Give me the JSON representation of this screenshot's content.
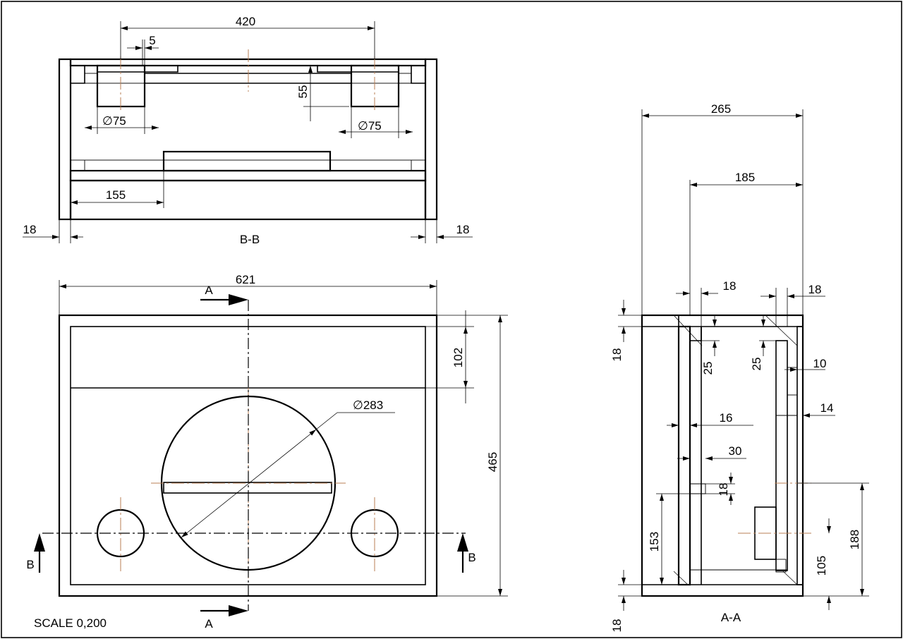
{
  "views": {
    "section_bb": {
      "label": "B-B"
    },
    "section_aa": {
      "label": "A-A"
    },
    "front": {}
  },
  "dims": {
    "bb_420": "420",
    "bb_5": "5",
    "bb_55": "55",
    "bb_d75_left": "75",
    "bb_d75_right": "75",
    "bb_155": "155",
    "bb_18_left": "18",
    "bb_18_right": "18",
    "front_621": "621",
    "front_102": "102",
    "front_465": "465",
    "front_d283": "283",
    "aa_265": "265",
    "aa_185": "185",
    "aa_18_top_left": "18",
    "aa_18_top_right": "18",
    "aa_18_vert_top": "18",
    "aa_25_left": "25",
    "aa_25_right": "25",
    "aa_10": "10",
    "aa_14": "14",
    "aa_16": "16",
    "aa_30": "30",
    "aa_18_small": "18",
    "aa_153": "153",
    "aa_105": "105",
    "aa_188": "188",
    "aa_18_vert_bottom": "18"
  },
  "section_markers": {
    "a_top": "A",
    "a_bottom": "A",
    "b_left": "B",
    "b_right": "B"
  },
  "diameter_symbol": "∅",
  "scale_label": "SCALE  0,200"
}
